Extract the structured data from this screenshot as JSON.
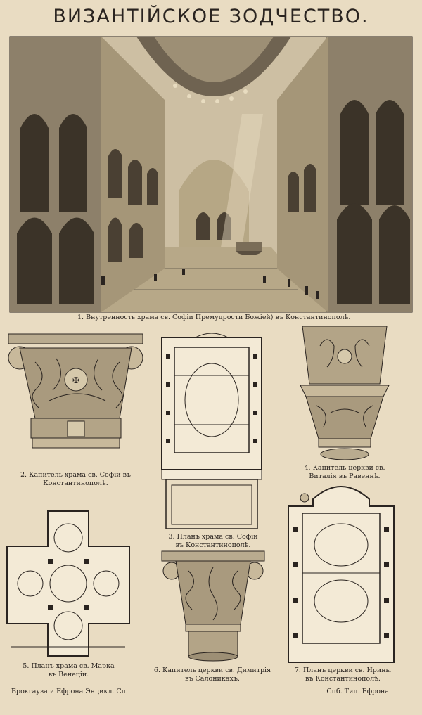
{
  "page": {
    "title": "ВИЗАНТІЙСКОЕ ЗОДЧЕСТВО."
  },
  "figures": [
    {
      "caption": "1. Внутренность храма св. Софіи Премудрости Божіей) въ Константинополѣ."
    },
    {
      "caption_l1": "2. Капитель храма св. Софіи въ",
      "caption_l2": "Константинополѣ."
    },
    {
      "caption_l1": "3. Планъ храма св. Софіи",
      "caption_l2": "въ Константинополѣ."
    },
    {
      "caption_l1": "4. Капитель церкви св.",
      "caption_l2": "Виталія въ Равеннѣ."
    },
    {
      "caption_l1": "5. Планъ храма св. Марка",
      "caption_l2": "въ Венеціи."
    },
    {
      "caption_l1": "6. Капитель церкви св. Димитрія",
      "caption_l2": "въ Салоникахъ."
    },
    {
      "caption_l1": "7. Планъ церкви св. Ирины",
      "caption_l2": "въ Константинополѣ."
    }
  ],
  "footer": {
    "left": "Брокгауза и Ефрона Энцикл. Сл.",
    "right": "Спб. Тип. Ефрона."
  },
  "colors": {
    "ink": "#2a2420",
    "paper": "#e9dcc2",
    "plan_fill": "#f3ead6"
  }
}
